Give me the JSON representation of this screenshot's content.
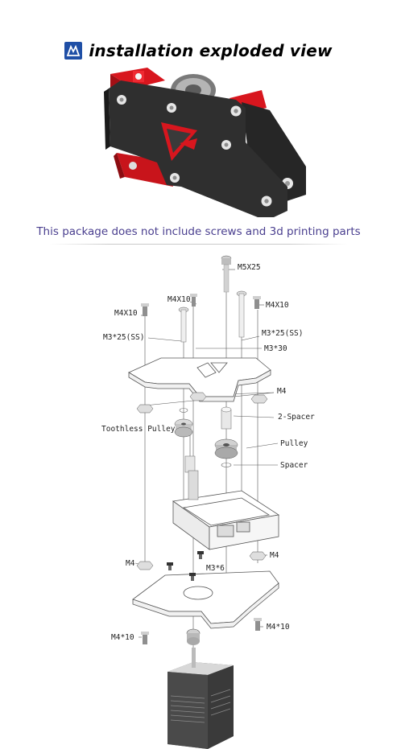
{
  "header": {
    "title": "installation exploded view",
    "logo_icon": "brand-logo-icon",
    "logo_color": "#1f4fa6"
  },
  "note": "This package does not include screws and 3d printing parts",
  "colors": {
    "accent_red": "#d8161e",
    "plate_black": "#2b2b2b",
    "note_text": "#4a3f8f"
  },
  "labels": {
    "m5x25": "M5X25",
    "m4x10_center": "M4X10",
    "m4x10_right": "M4X10",
    "m4x10_left": "M4X10",
    "m3x25ss_left": "M3*25(SS)",
    "m3x25ss_right": "M3*25(SS)",
    "m3x30": "M3*30",
    "m4_top": "M4",
    "toothless_pulley": "Toothless Pulley",
    "spacer2": "2-Spacer",
    "pulley": "Pulley",
    "spacer": "Spacer",
    "m4_left": "M4",
    "m4_right": "M4",
    "m3x6": "M3*6",
    "m4x10_low_right": "M4*10",
    "m4x10_low_left": "M4*10"
  }
}
